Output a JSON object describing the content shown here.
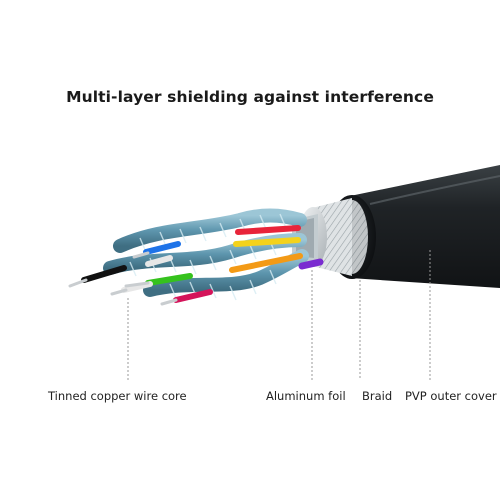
{
  "headline": "Multi-layer shielding against interference",
  "labels": {
    "core": "Tinned copper wire core",
    "foil": "Aluminum foil",
    "braid": "Braid",
    "cover": "PVP outer cover"
  },
  "colors": {
    "jacket": "#1f2326",
    "braid": "#d8dcde",
    "foil": "#b9c4c9",
    "shield_wrap": "#6fa6bd",
    "wire_blue": "#1e73e8",
    "wire_red": "#e8243a",
    "wire_yellow": "#f4d21c",
    "wire_orange": "#f39a16",
    "wire_green": "#35c21d",
    "wire_magenta": "#d4145a",
    "wire_purple": "#7a2bd0",
    "wire_black": "#111111"
  }
}
